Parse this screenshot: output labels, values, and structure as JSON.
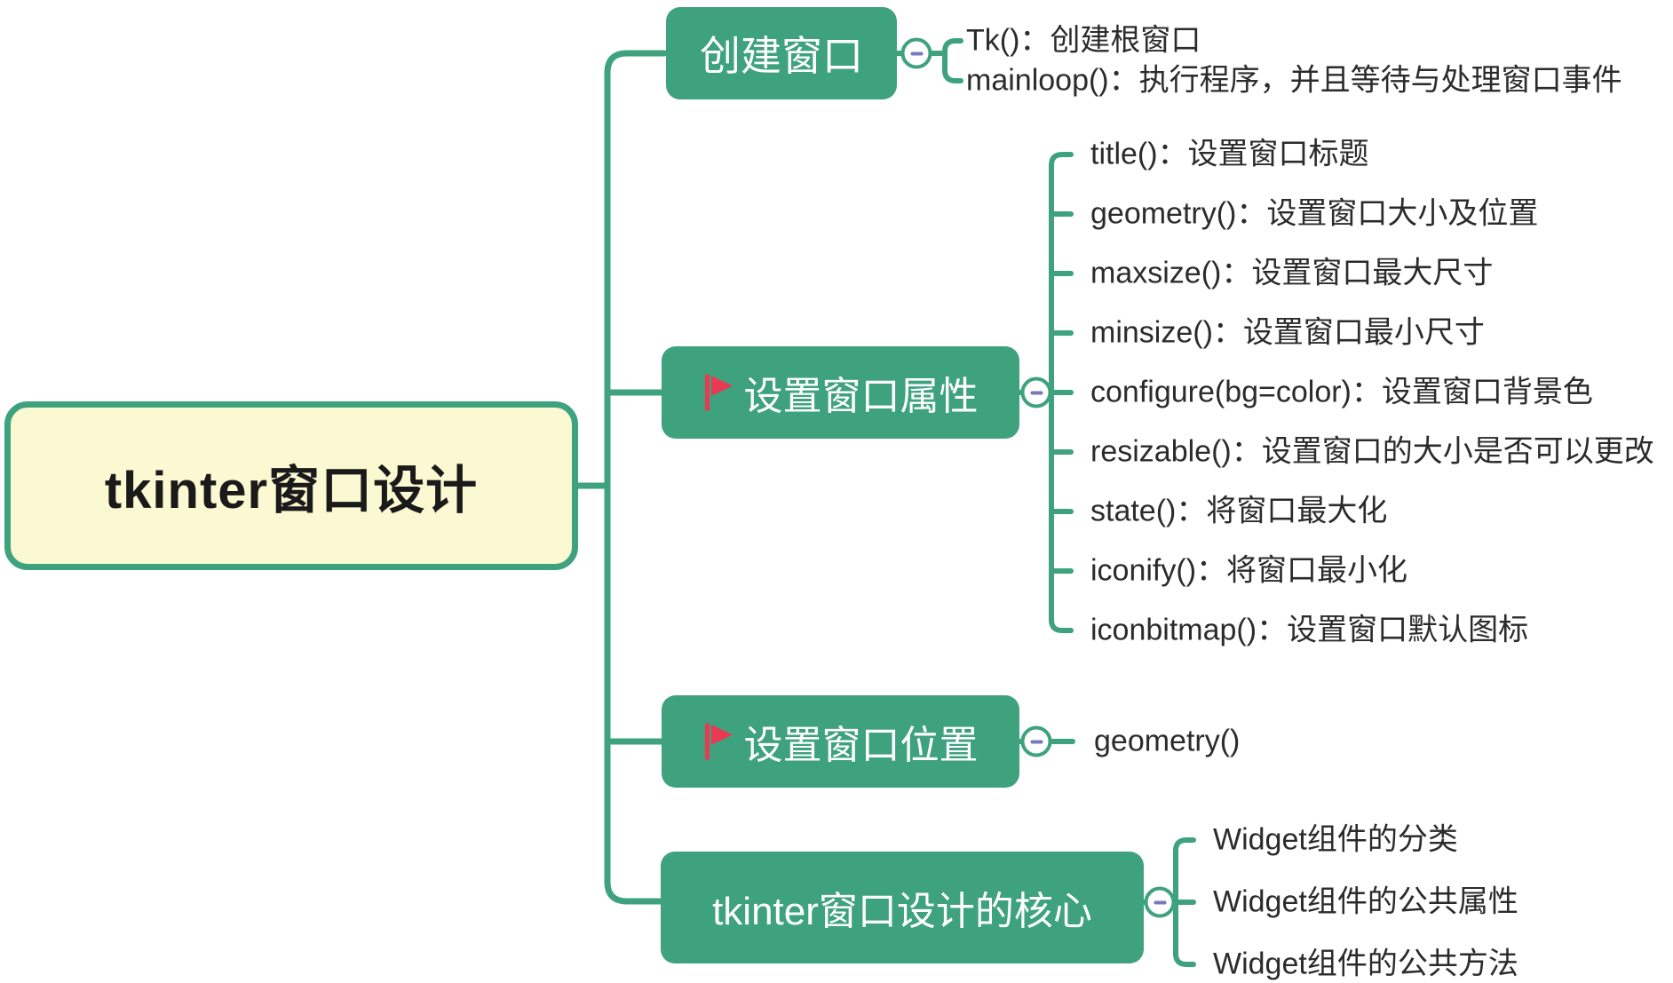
{
  "root": {
    "label": "tkinter窗口设计"
  },
  "branches": [
    {
      "label": "创建窗口",
      "has_flag": false,
      "children": [
        {
          "text": "Tk()：创建根窗口"
        },
        {
          "text": "mainloop()：执行程序，并且等待与处理窗口事件"
        }
      ]
    },
    {
      "label": "设置窗口属性",
      "has_flag": true,
      "children": [
        {
          "text": "title()：设置窗口标题"
        },
        {
          "text": "geometry()：设置窗口大小及位置"
        },
        {
          "text": "maxsize()：设置窗口最大尺寸"
        },
        {
          "text": "minsize()：设置窗口最小尺寸"
        },
        {
          "text": "configure(bg=color)：设置窗口背景色"
        },
        {
          "text": "resizable()：设置窗口的大小是否可以更改"
        },
        {
          "text": "state()：将窗口最大化"
        },
        {
          "text": "iconify()：将窗口最小化"
        },
        {
          "text": "iconbitmap()：设置窗口默认图标"
        }
      ]
    },
    {
      "label": "设置窗口位置",
      "has_flag": true,
      "children": [
        {
          "text": "geometry()"
        }
      ]
    },
    {
      "label": "tkinter窗口设计的核心",
      "has_flag": false,
      "children": [
        {
          "text": "Widget组件的分类"
        },
        {
          "text": "Widget组件的公共属性"
        },
        {
          "text": "Widget组件的公共方法"
        }
      ]
    }
  ],
  "icons": {
    "flag": "red-flag-icon",
    "collapse": "minus-collapse-icon"
  },
  "colors": {
    "branch_green": "#3FA27F",
    "root_fill": "#FBF9D2",
    "root_border": "#3FA27F",
    "flag_red": "#E83A52",
    "collapse_minus": "#7779BE",
    "topic_text": "#2B2B2B",
    "branch_text": "#FFFFFF"
  }
}
